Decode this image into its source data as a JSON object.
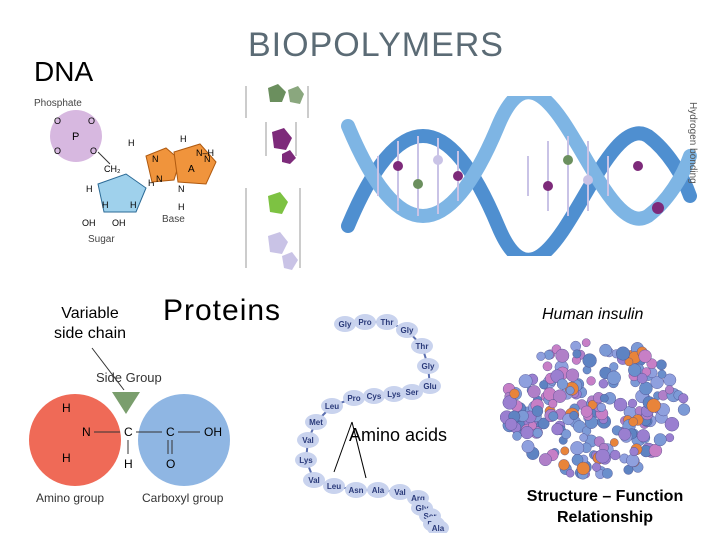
{
  "title": "BIOPOLYMERS",
  "dna": {
    "label": "DNA",
    "nucleotide": {
      "phosphate": "Phosphate",
      "sugar": "Sugar",
      "base": "Base",
      "atoms": [
        "O",
        "P",
        "O",
        "O",
        "O",
        "CH₂",
        "H",
        "H",
        "H",
        "H",
        "OH",
        "OH",
        "H",
        "N",
        "N",
        "A",
        "N",
        "N",
        "N–H",
        "H",
        "H"
      ]
    },
    "helix_caption": "Hydrogen bonding"
  },
  "proteins": {
    "label": "Proteins",
    "variable_side_chain": [
      "Variable",
      "side chain"
    ],
    "side_group": "Side Group",
    "amino_group": "Amino group",
    "carboxyl_group": "Carboxyl group",
    "atoms": [
      "H",
      "N",
      "H",
      "C",
      "H",
      "C",
      "OH",
      "O"
    ],
    "chain": [
      "Gly",
      "Pro",
      "Thr",
      "Gly",
      "Thr",
      "Gly",
      "Glu",
      "Ser",
      "Lys",
      "Cys",
      "Pro",
      "Leu",
      "Met",
      "Val",
      "Lys",
      "Val",
      "Leu",
      "Asn",
      "Ala",
      "Val",
      "Arg",
      "Gly",
      "Ser",
      "Pro",
      "Ala"
    ],
    "amino_acids": "Amino acids",
    "human_insulin": "Human insulin",
    "structure_function": [
      "Structure – Function",
      "Relationship"
    ]
  },
  "colors": {
    "phosphate": "#d7b8e0",
    "sugar": "#9fd1ec",
    "base": "#f0943c",
    "amino_group": "#ef6a57",
    "carboxyl_group": "#8fb6e3",
    "side_group": "#7a9e6d",
    "chain_bead": "#c9d3ee",
    "helix": "#4f8fd0"
  }
}
